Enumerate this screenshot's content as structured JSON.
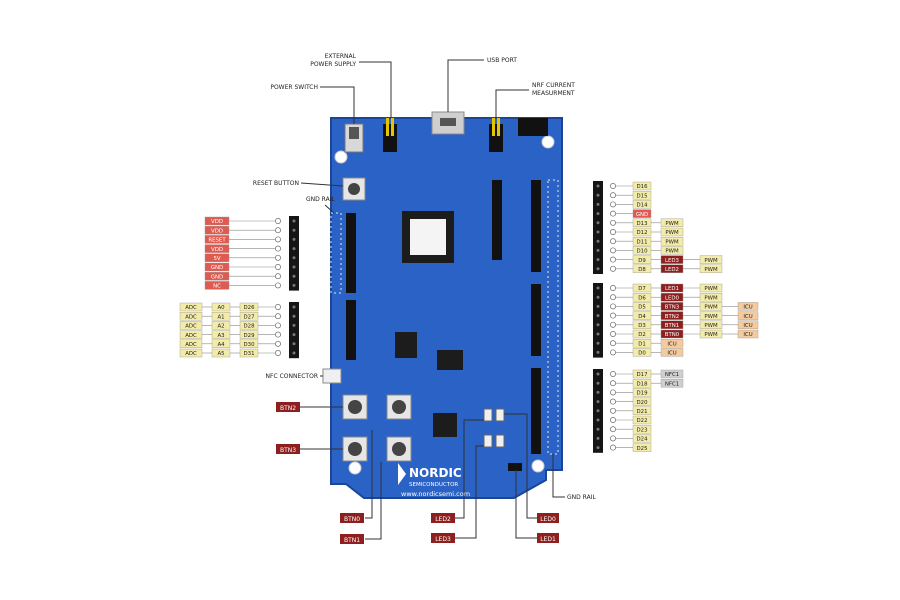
{
  "colors": {
    "board": "#2a62c6",
    "board_edge": "#1a4598",
    "red": "#e05a50",
    "red_text": "#ffffff",
    "dark_red": "#8e1f1f",
    "yellow": "#f3eba8",
    "peach": "#f3cb9e",
    "grey_label": "#cfcfcf",
    "header": "#151515",
    "line": "#333333"
  },
  "callouts": {
    "external_power_line1": "EXTERNAL",
    "external_power_line2": "POWER SUPPLY",
    "usb_port": "USB PORT",
    "nrf_current_line1": "NRF CURRENT",
    "nrf_current_line2": "MEASURMENT",
    "power_switch": "POWER SWITCH",
    "reset_button": "RESET BUTTON",
    "gnd_rail_top": "GND RAIL",
    "nfc_connector": "NFC CONNECTOR",
    "gnd_rail_bottom": "GND RAIL",
    "btn2": "BTN2",
    "btn3": "BTN3",
    "btn0": "BTN0",
    "btn1": "BTN1",
    "led2": "LED2",
    "led3": "LED3",
    "led0": "LED0",
    "led1": "LED1"
  },
  "logo": {
    "brand": "NORDIC",
    "sub": "SEMICONDUCTOR",
    "url": "www.nordicsemi.com"
  },
  "left_power_labels": [
    "VDD",
    "VDD",
    "RESET",
    "VDD",
    "5V",
    "GND",
    "GND",
    "NC"
  ],
  "left_analog_rows": [
    {
      "func": "ADC",
      "a": "A0",
      "pin": "D26"
    },
    {
      "func": "ADC",
      "a": "A1",
      "pin": "D27"
    },
    {
      "func": "ADC",
      "a": "A2",
      "pin": "D28"
    },
    {
      "func": "ADC",
      "a": "A3",
      "pin": "D29"
    },
    {
      "func": "ADC",
      "a": "A4",
      "pin": "D30"
    },
    {
      "func": "ADC",
      "a": "A5",
      "pin": "D31"
    }
  ],
  "right_top_rows": [
    {
      "pin": "D16"
    },
    {
      "pin": "D15"
    },
    {
      "pin": "D14"
    },
    {
      "pin": "GND",
      "pin_style": "red"
    },
    {
      "pin": "D13",
      "f1": "PWM"
    },
    {
      "pin": "D12",
      "f1": "PWM"
    },
    {
      "pin": "D11",
      "f1": "PWM"
    },
    {
      "pin": "D10",
      "f1": "PWM"
    },
    {
      "pin": "D9",
      "f1": "LED3",
      "f1_style": "dark",
      "f2": "PWM"
    },
    {
      "pin": "D8",
      "f1": "LED2",
      "f1_style": "dark",
      "f2": "PWM"
    }
  ],
  "right_mid_rows": [
    {
      "pin": "D7",
      "f1": "LED1",
      "f1_style": "dark",
      "f2": "PWM"
    },
    {
      "pin": "D6",
      "f1": "LED0",
      "f1_style": "dark",
      "f2": "PWM"
    },
    {
      "pin": "D5",
      "f1": "BTN3",
      "f1_style": "dark",
      "f2": "PWM",
      "f3": "ICU"
    },
    {
      "pin": "D4",
      "f1": "BTN2",
      "f1_style": "dark",
      "f2": "PWM",
      "f3": "ICU"
    },
    {
      "pin": "D3",
      "f1": "BTN1",
      "f1_style": "dark",
      "f2": "PWM",
      "f3": "ICU"
    },
    {
      "pin": "D2",
      "f1": "BTN0",
      "f1_style": "dark",
      "f2": "PWM",
      "f3": "ICU"
    },
    {
      "pin": "D1",
      "f1": "ICU",
      "f1_style": "peach"
    },
    {
      "pin": "D0",
      "f1": "ICU",
      "f1_style": "peach"
    }
  ],
  "right_bottom_rows": [
    {
      "pin": "D17",
      "f1": "NFC1",
      "f1_style": "grey"
    },
    {
      "pin": "D18",
      "f1": "NFC1",
      "f1_style": "grey"
    },
    {
      "pin": "D19"
    },
    {
      "pin": "D20"
    },
    {
      "pin": "D21"
    },
    {
      "pin": "D22"
    },
    {
      "pin": "D23"
    },
    {
      "pin": "D24"
    },
    {
      "pin": "D25"
    }
  ]
}
